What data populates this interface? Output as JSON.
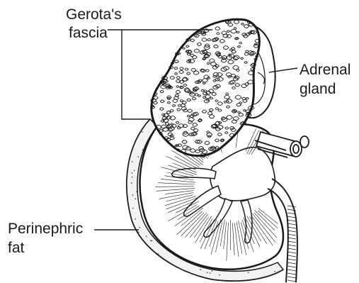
{
  "labels": {
    "gerota_line1": "Gerota's",
    "gerota_line2": "fascia",
    "adrenal_line1": "Adrenal",
    "adrenal_line2": "gland",
    "perinephric_line1": "Perinephric",
    "perinephric_line2": "fat"
  },
  "colors": {
    "ink": "#1a1a1a",
    "paper": "#ffffff",
    "fat_shade": "#f2f2f2",
    "medulla_shade": "#fafafa"
  }
}
